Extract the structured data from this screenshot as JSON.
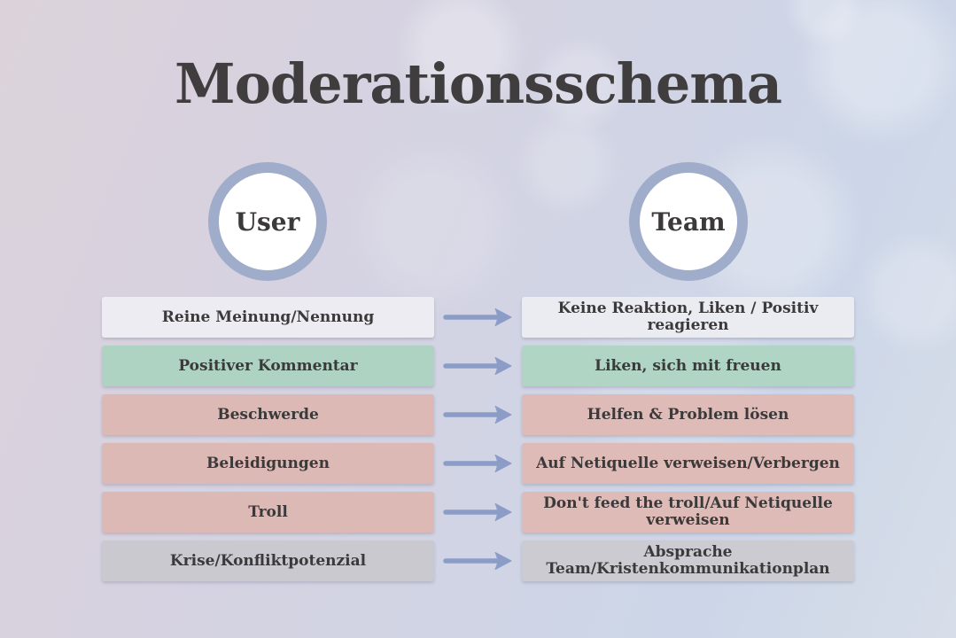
{
  "title": "Moderationsschema",
  "headers": {
    "user": "User",
    "team": "Team"
  },
  "rows": [
    {
      "user": "Reine Meinung/Nennung",
      "team": "Keine Reaktion, Liken / Positiv reagieren",
      "user_bg": "#edecf3",
      "team_bg": "#eaecf2"
    },
    {
      "user": "Positiver Kommentar",
      "team": "Liken, sich mit freuen",
      "user_bg": "#aed3c3",
      "team_bg": "#b0d5c5"
    },
    {
      "user": "Beschwerde",
      "team": "Helfen & Problem lösen",
      "user_bg": "#dcb9b5",
      "team_bg": "#debbb7"
    },
    {
      "user": "Beleidigungen",
      "team": "Auf Netiquelle verweisen/Verbergen",
      "user_bg": "#dcb9b5",
      "team_bg": "#debbb7"
    },
    {
      "user": "Troll",
      "team": "Don't feed the troll/Auf Netiquelle verweisen",
      "user_bg": "#dcb9b5",
      "team_bg": "#debbb7"
    },
    {
      "user": "Krise/Konfliktpotenzial",
      "team": "Absprache Team/Kristenkommunikationplan",
      "user_bg": "#c9c9cf",
      "team_bg": "#cbcbd1"
    }
  ],
  "colors": {
    "arrow": "#8b9dc7",
    "circle_border": "#9fadcb",
    "text": "#3c393a",
    "title_text": "#403d3e"
  }
}
